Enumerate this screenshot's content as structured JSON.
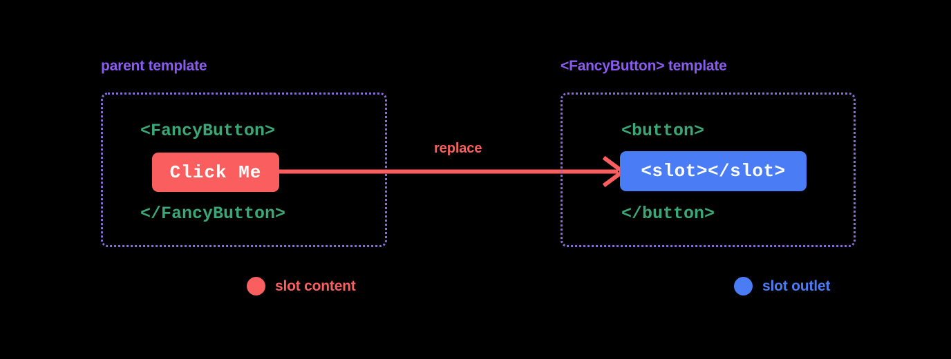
{
  "diagram": {
    "background_color": "#000000",
    "title_hidden": "Vue slot content replacement diagram"
  },
  "panels": {
    "parent": {
      "heading": "parent template",
      "heading_color": "#8B5CF0",
      "border_color": "#8A6FD6",
      "code": {
        "open_tag": "<FancyButton>",
        "close_tag": "</FancyButton>",
        "code_color": "#3BA776"
      },
      "chip": {
        "label": "Click Me",
        "background_color": "#FB5E5E",
        "text_color": "#FFFFFF",
        "role": "slot content"
      }
    },
    "fancybutton": {
      "heading": "<FancyButton> template",
      "heading_color": "#8B5CF0",
      "border_color": "#8A6FD6",
      "code": {
        "open_tag": "<button>",
        "close_tag": "</button>",
        "code_color": "#3BA776"
      },
      "chip": {
        "label": "<slot></slot>",
        "background_color": "#4A7DF5",
        "text_color": "#FFFFFF",
        "role": "slot outlet"
      }
    }
  },
  "arrow": {
    "label": "replace",
    "color": "#FB5E5E",
    "direction": "left-to-right",
    "icon_name": "arrow-right-icon"
  },
  "legend": {
    "items": [
      {
        "label": "slot content",
        "color": "#FB5E5E",
        "marker": "circle"
      },
      {
        "label": "slot outlet",
        "color": "#4A7DF5",
        "marker": "circle"
      }
    ]
  }
}
